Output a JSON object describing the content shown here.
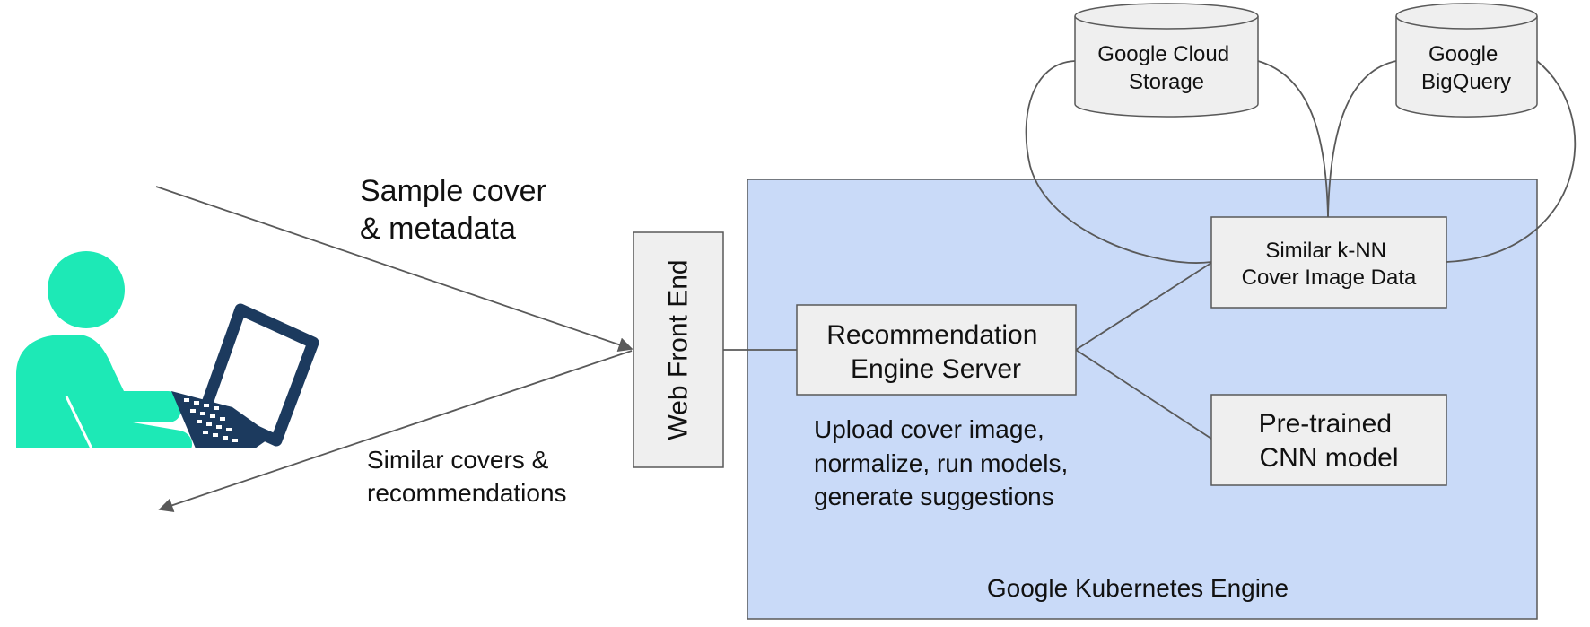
{
  "colors": {
    "gke_fill": "#c9daf8",
    "box_fill": "#efefef",
    "stroke": "#595959",
    "person": "#1de9b6",
    "laptop": "#1c3a5e"
  },
  "icons": {
    "user": "person-at-laptop-icon"
  },
  "labels": {
    "request_line1": "Sample cover",
    "request_line2": "& metadata",
    "response_line1": "Similar covers &",
    "response_line2": "recommendations"
  },
  "nodes": {
    "web_front_end": "Web Front End",
    "rec_engine_line1": "Recommendation",
    "rec_engine_line2": "Engine Server",
    "rec_note_line1": "Upload cover image,",
    "rec_note_line2": "normalize, run models,",
    "rec_note_line3": "generate suggestions",
    "knn_line1": "Similar k-NN",
    "knn_line2": "Cover Image Data",
    "cnn_line1": "Pre-trained",
    "cnn_line2": "CNN model",
    "gcs_line1": "Google Cloud",
    "gcs_line2": "Storage",
    "bq_line1": "Google",
    "bq_line2": "BigQuery",
    "gke": "Google Kubernetes Engine"
  }
}
